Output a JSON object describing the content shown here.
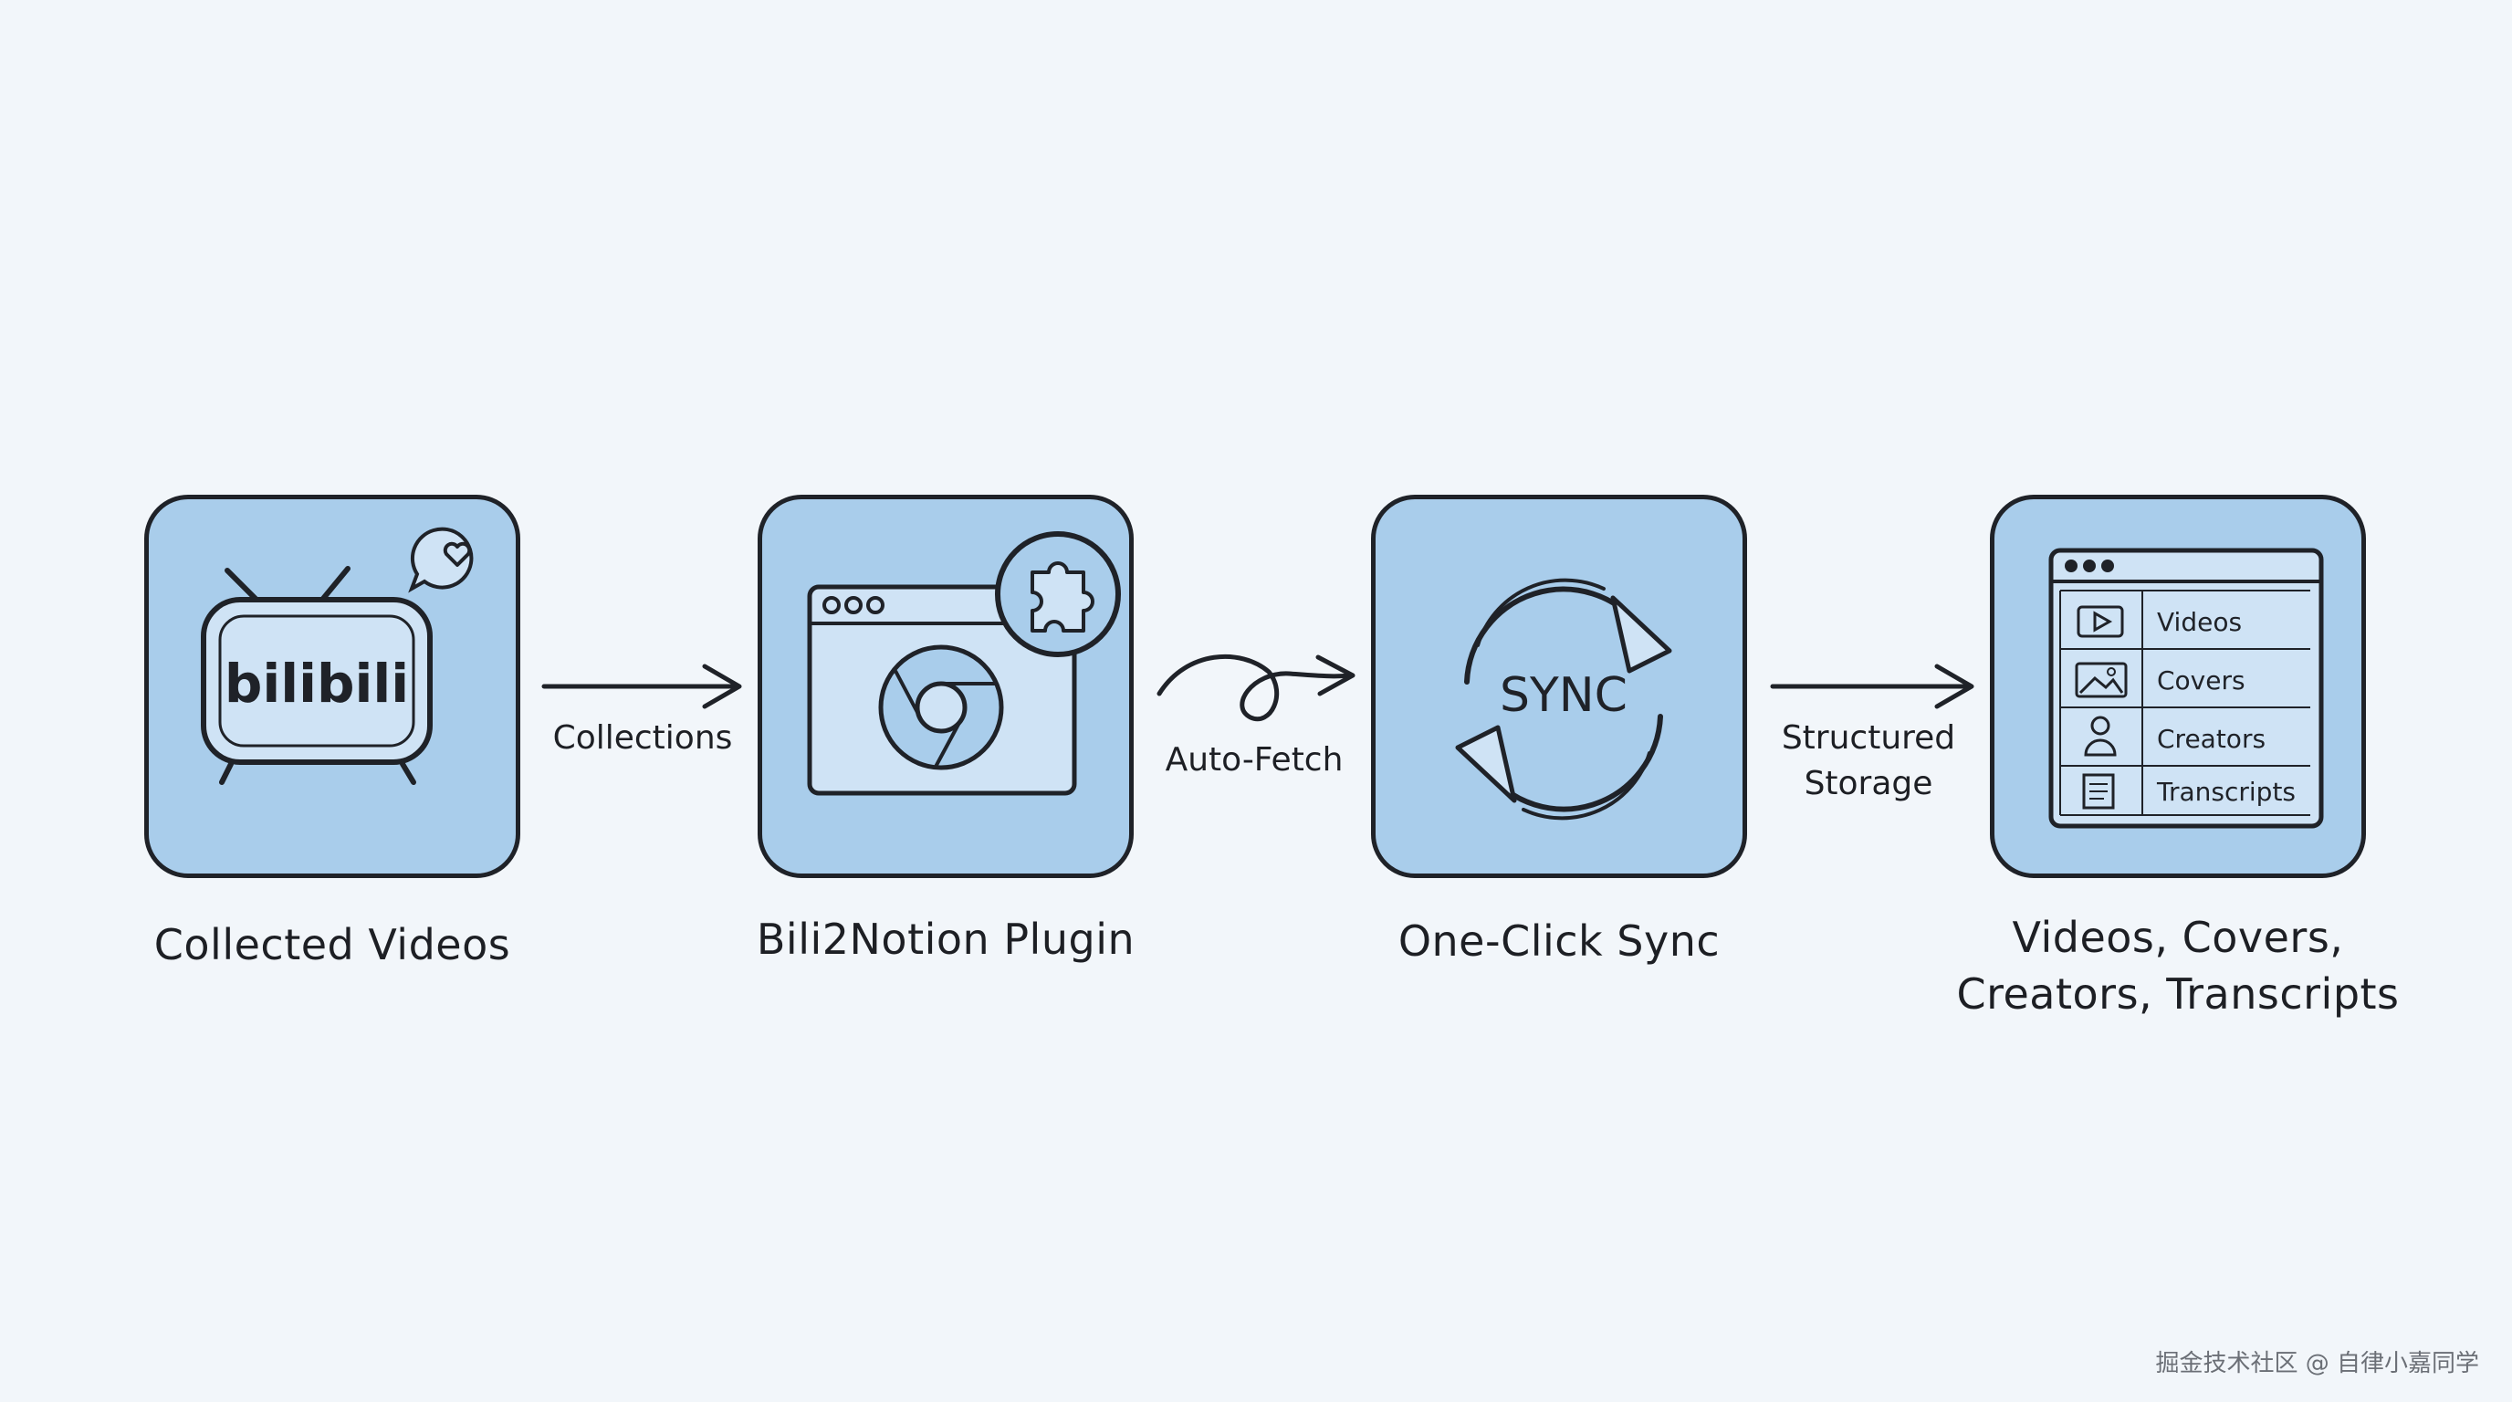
{
  "colors": {
    "background": "#f2f6fa",
    "tile_fill": "#a9cdeb",
    "icon_fill": "#cfe3f5",
    "stroke": "#1f2228"
  },
  "steps": [
    {
      "caption": "Collected Videos",
      "icon": "bilibili-tv-icon",
      "logo_text": "bilibili"
    },
    {
      "caption": "Bili2Notion Plugin",
      "icon": "browser-extension-icon"
    },
    {
      "caption": "One-Click Sync",
      "icon": "sync-icon",
      "icon_text": "SYNC"
    },
    {
      "caption": "Videos, Covers,\nCreators, Transcripts",
      "icon": "database-table-icon"
    }
  ],
  "edges": [
    {
      "label": "Collections"
    },
    {
      "label": "Auto-Fetch"
    },
    {
      "label": "Structured\nStorage"
    }
  ],
  "table": {
    "rows": [
      {
        "label": "Videos",
        "icon": "play-icon"
      },
      {
        "label": "Covers",
        "icon": "image-icon"
      },
      {
        "label": "Creators",
        "icon": "person-icon"
      },
      {
        "label": "Transcripts",
        "icon": "document-icon"
      }
    ]
  },
  "watermark": "掘金技术社区 @ 自律小嘉同学"
}
